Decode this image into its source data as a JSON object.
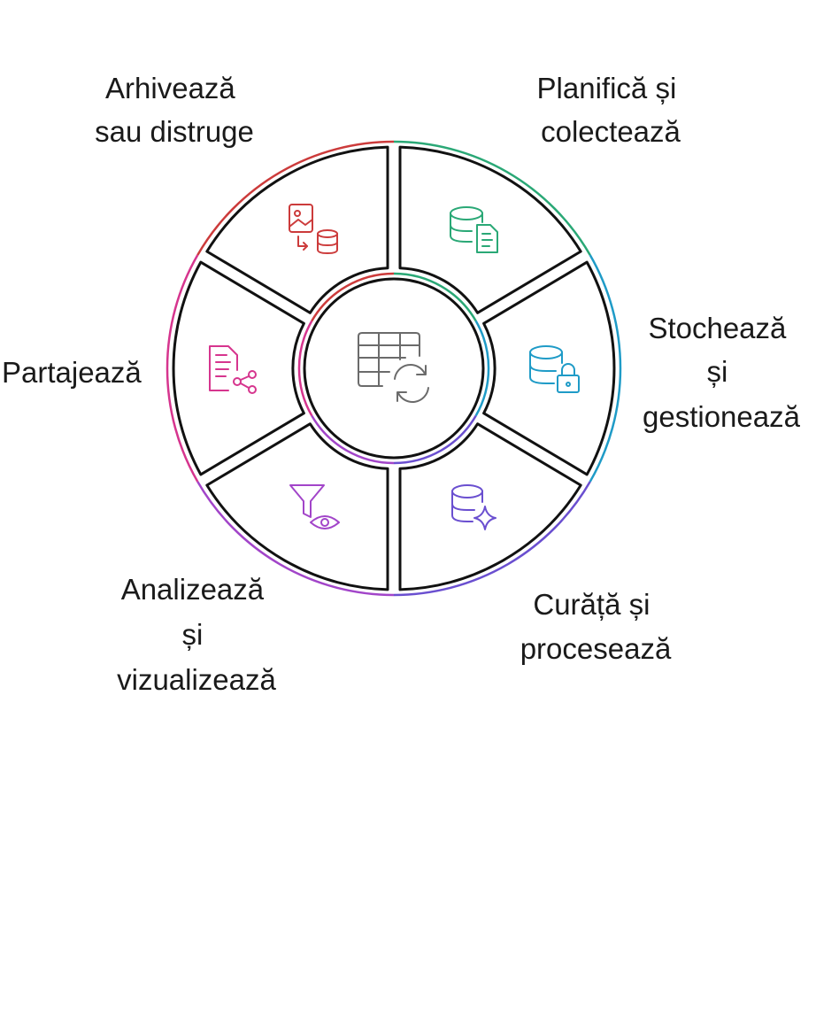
{
  "diagram": {
    "center_icon": "table-refresh-icon",
    "stages": [
      {
        "id": "plan",
        "label_lines": [
          "Planifică și",
          "colectează"
        ],
        "color": "#2aa876",
        "icon": "database-document-icon"
      },
      {
        "id": "store",
        "label_lines": [
          "Stochează",
          "și",
          "gestionează"
        ],
        "color": "#1f9bc7",
        "icon": "database-lock-icon"
      },
      {
        "id": "clean",
        "label_lines": [
          "Curăță și",
          "procesează"
        ],
        "color": "#6a4fd0",
        "icon": "database-sparkle-icon"
      },
      {
        "id": "analyze",
        "label_lines": [
          "Analizează",
          "și",
          "vizualizează"
        ],
        "color": "#a245c9",
        "icon": "filter-eye-icon"
      },
      {
        "id": "share",
        "label_lines": [
          "Partajează"
        ],
        "color": "#d6358e",
        "icon": "document-share-icon"
      },
      {
        "id": "archive",
        "label_lines": [
          "Arhivează",
          "sau distruge"
        ],
        "color": "#cc3b3b",
        "icon": "image-to-database-icon"
      }
    ]
  }
}
